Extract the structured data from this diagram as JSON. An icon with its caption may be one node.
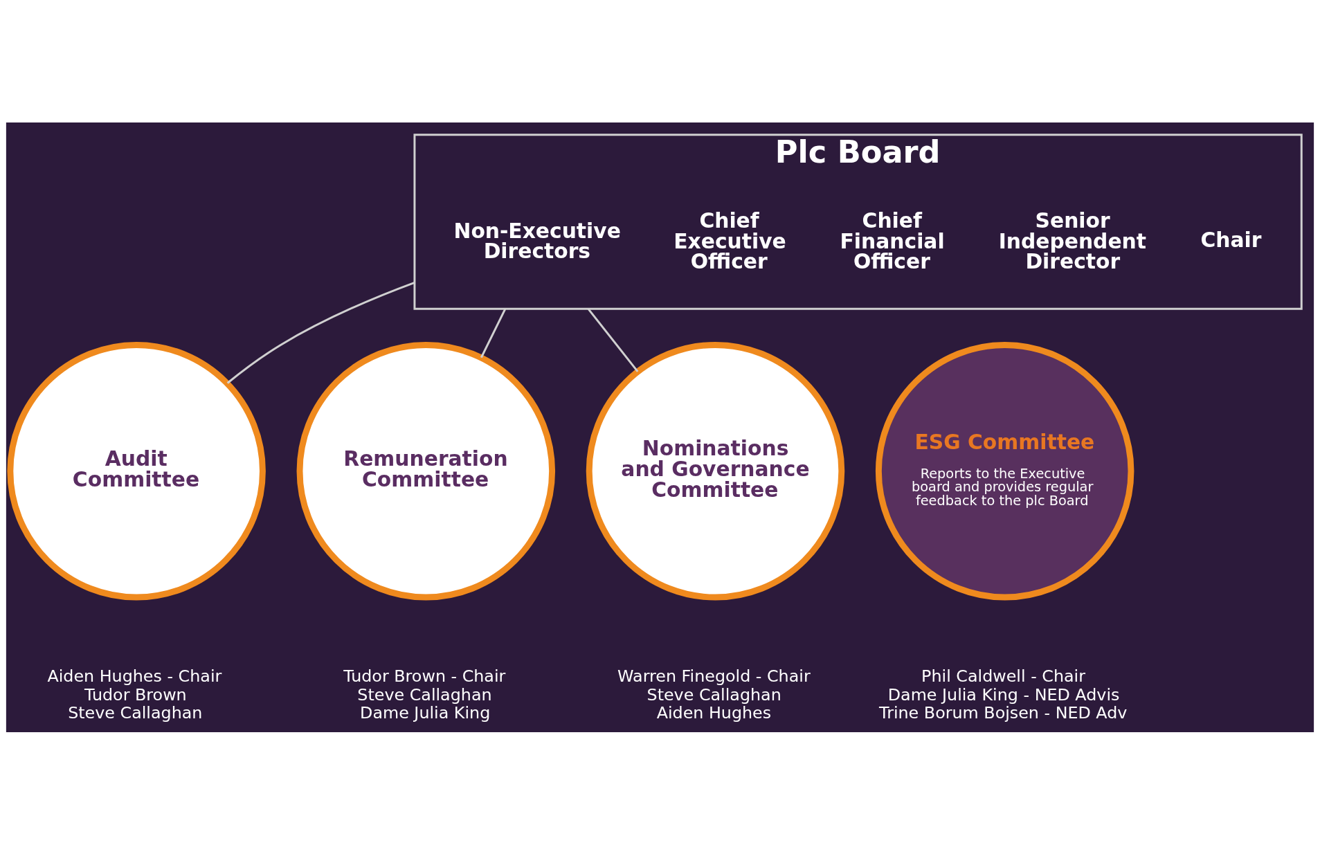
{
  "diagram": {
    "nodes": [
      {
        "text": [
          "Plc Board"
        ]
      },
      {
        "text": [
          "Chair"
        ],
        "in": 0
      },
      {
        "text": [
          "Senior Independent Director"
        ],
        "in": 0
      },
      {
        "text": [
          "Non-Executive Directors"
        ],
        "in": 0
      },
      {
        "text": [
          "Chief Executive Officer"
        ],
        "in": 0
      },
      {
        "text": [
          "Chief Financial Officer"
        ],
        "in": 0
      },
      {
        "text": [
          "Audit Committee"
        ],
        "beside": [
          "Aiden Hughes - Chair",
          "Tudor Brown",
          "Steve Callaghan"
        ]
      },
      {
        "text": [
          "Remuneration Committee"
        ],
        "beside": [
          "Tudor Brown - Chair",
          "Steve Callaghan",
          "Dame Julia King"
        ]
      },
      {
        "text": [
          "Nominations and Governance Committee"
        ],
        "beside": [
          "Warren Finegold - Chair",
          "Steve Callaghan",
          "Aiden Hughes"
        ]
      },
      {
        "text": [
          "ESG Committee",
          "Reports to the Executive board and provides regular feedback to the plc Board"
        ],
        "beside": [
          "Phil Caldwell - Chair",
          "Dame Julia King - NED Advis",
          "Trine Borum Bojsen - NED Adv"
        ]
      }
    ],
    "edges": [
      {
        "from": 0,
        "to": 6,
        "arrow": "none"
      },
      {
        "from": 0,
        "to": 7,
        "arrow": "none"
      },
      {
        "from": 0,
        "to": 8,
        "arrow": "none"
      }
    ]
  }
}
